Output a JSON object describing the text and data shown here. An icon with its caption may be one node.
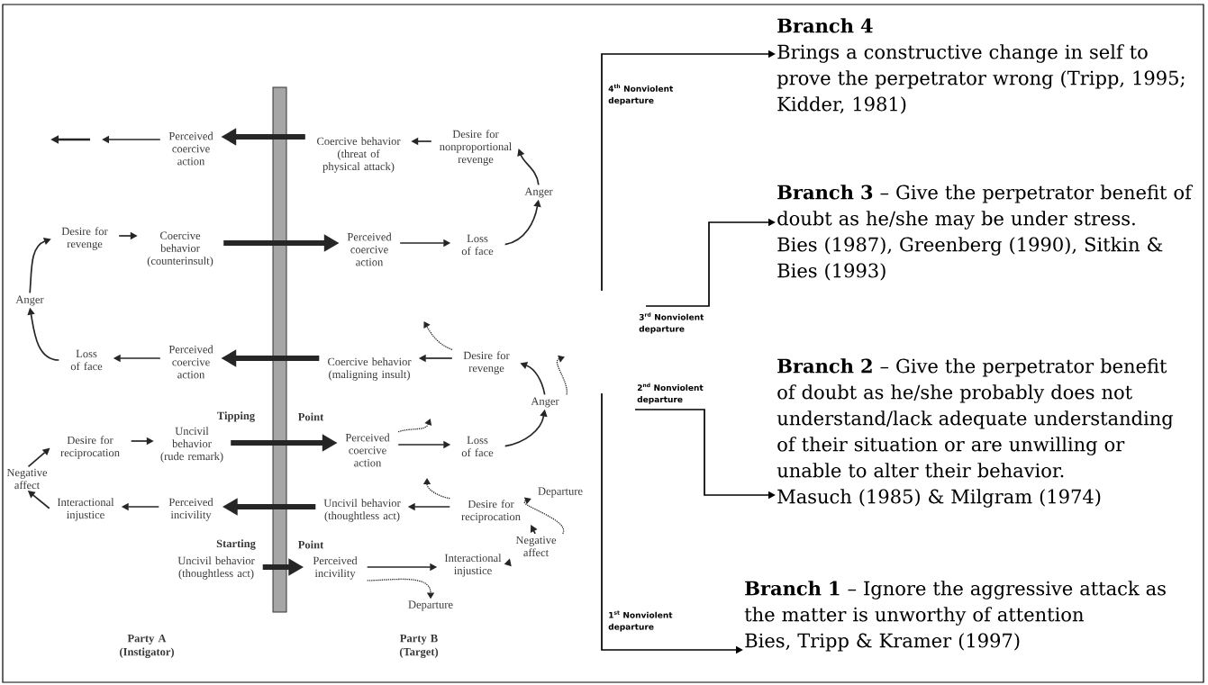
{
  "diagram": {
    "nodes": [
      {
        "text": [
          "Perceived coercive action"
        ]
      },
      {
        "text": [
          "Coercive behavior (threat of physical attack)"
        ]
      },
      {
        "text": [
          "Desire for nonproportional revenge"
        ]
      },
      {
        "text": [
          "Anger"
        ]
      },
      {
        "text": [
          "Desire for revenge"
        ]
      },
      {
        "text": [
          "Coercive behavior (counterinsult)"
        ]
      },
      {
        "text": [
          "Perceived coercive action"
        ]
      },
      {
        "text": [
          "Loss of face"
        ]
      },
      {
        "text": [
          "Anger"
        ]
      },
      {
        "text": [
          "Loss of face"
        ]
      },
      {
        "text": [
          "Perceived coercive action"
        ]
      },
      {
        "text": [
          "Coercive behavior (maligning insult)"
        ]
      },
      {
        "text": [
          "Desire for revenge"
        ]
      },
      {
        "text": [
          "Anger"
        ]
      },
      {
        "text": [
          "Desire for reciprocation"
        ]
      },
      {
        "text": [
          "Uncivil behavior (rude remark)"
        ]
      },
      {
        "text": [
          "Perceived coercive action"
        ]
      },
      {
        "text": [
          "Loss of face"
        ]
      },
      {
        "text": [
          "Negative affect"
        ]
      },
      {
        "text": [
          "Interactional injustice"
        ]
      },
      {
        "text": [
          "Perceived incivility"
        ]
      },
      {
        "text": [
          "Uncivil behavior (thoughtless act)"
        ]
      },
      {
        "text": [
          "Desire for reciprocation"
        ]
      },
      {
        "text": [
          "Departure"
        ]
      },
      {
        "text": [
          "Negative affect"
        ]
      },
      {
        "text": [
          "Uncivil behavior (thoughtless act)"
        ]
      },
      {
        "text": [
          "Perceived incivility"
        ]
      },
      {
        "text": [
          "Interactional injustice"
        ]
      },
      {
        "text": [
          "Departure"
        ]
      },
      {
        "text": [
          "Branch 4",
          "Brings a constructive change in self to prove the perpetrator wrong (Tripp, 1995; Kidder, 1981)"
        ]
      },
      {
        "text": [
          "**Branch 3** – Give  the perpetrator benefit of doubt as  he/she may be under stress.",
          "Bies (1987), Greenberg (1990), Sitkin & Bies (1993)"
        ]
      },
      {
        "text": [
          "**Branch 2** – Give the perpetrator benefit of doubt as he/she probably does not understand/lack adequate understanding of their situation or are unwilling or unable to alter their behavior.",
          "Masuch (1985) & Milgram (1974)"
        ]
      },
      {
        "text": [
          "**Branch 1** – Ignore the aggressive attack as the matter is unworthy of attention",
          "Bies, Tripp & Kramer (1997)"
        ]
      }
    ],
    "edges": [
      {
        "from": 2,
        "to": 1,
        "arrow": "to"
      },
      {
        "from": 1,
        "to": 0,
        "arrow": "to",
        "style": "thick"
      },
      {
        "from": 0,
        "to": null,
        "arrow": "to"
      },
      {
        "from": 3,
        "to": 2,
        "arrow": "to"
      },
      {
        "from": 4,
        "to": 5,
        "arrow": "to"
      },
      {
        "from": 5,
        "to": 6,
        "arrow": "to",
        "style": "thick"
      },
      {
        "from": 6,
        "to": 7,
        "arrow": "to"
      },
      {
        "from": 7,
        "to": 3,
        "arrow": "to"
      },
      {
        "from": 8,
        "to": 4,
        "arrow": "to"
      },
      {
        "from": 9,
        "to": 8,
        "arrow": "to"
      },
      {
        "from": 10,
        "to": 9,
        "arrow": "to"
      },
      {
        "from": 11,
        "to": 10,
        "arrow": "to",
        "style": "thick"
      },
      {
        "from": 12,
        "to": 11,
        "arrow": "to"
      },
      {
        "from": 13,
        "to": 12,
        "arrow": "to"
      },
      {
        "from": 12,
        "to": null,
        "arrow": "to",
        "style": "dashed"
      },
      {
        "from": 13,
        "to": null,
        "arrow": "to",
        "style": "dashed"
      },
      {
        "from": 14,
        "to": 15,
        "arrow": "to"
      },
      {
        "from": 15,
        "to": 16,
        "arrow": "to",
        "style": "thick"
      },
      {
        "from": 16,
        "to": 17,
        "arrow": "to"
      },
      {
        "from": 17,
        "to": 13,
        "arrow": "to"
      },
      {
        "from": 16,
        "to": null,
        "arrow": "to",
        "style": "dashed"
      },
      {
        "from": 18,
        "to": 14,
        "arrow": "to"
      },
      {
        "from": 20,
        "to": 19,
        "arrow": "to"
      },
      {
        "from": 21,
        "to": 20,
        "arrow": "to",
        "style": "thick"
      },
      {
        "from": 22,
        "to": 21,
        "arrow": "to"
      },
      {
        "from": 22,
        "to": null,
        "arrow": "to",
        "style": "dashed"
      },
      {
        "from": 19,
        "to": 18,
        "arrow": "to"
      },
      {
        "from": 24,
        "to": 22,
        "arrow": "to"
      },
      {
        "from": 24,
        "to": 23,
        "arrow": "to",
        "style": "dashed"
      },
      {
        "from": 25,
        "to": 26,
        "arrow": "to",
        "style": "thick"
      },
      {
        "from": 26,
        "to": 27,
        "arrow": "to"
      },
      {
        "from": 27,
        "to": 24,
        "arrow": "to"
      },
      {
        "from": 26,
        "to": 28,
        "arrow": "to",
        "style": "dashed"
      },
      {
        "from": null,
        "to": 29,
        "arrow": "to",
        "color": "#000000",
        "label": "4$^{th}$ Nonviolent departure"
      },
      {
        "from": null,
        "to": 30,
        "arrow": "to",
        "color": "#000000",
        "label": "3$^{rd}$ Nonviolent departure"
      },
      {
        "from": null,
        "to": 31,
        "arrow": "to",
        "color": "#000000",
        "label": "2$^{nd}$ Nonviolent departure"
      },
      {
        "from": null,
        "to": 32,
        "arrow": "to",
        "color": "#000000",
        "label": "1$^{st}$ Nonviolent departure"
      }
    ],
    "labels": [
      "Tipping",
      "Point",
      "Starting",
      "Point",
      "Party A (Instigator)",
      "Party B (Target)"
    ]
  }
}
